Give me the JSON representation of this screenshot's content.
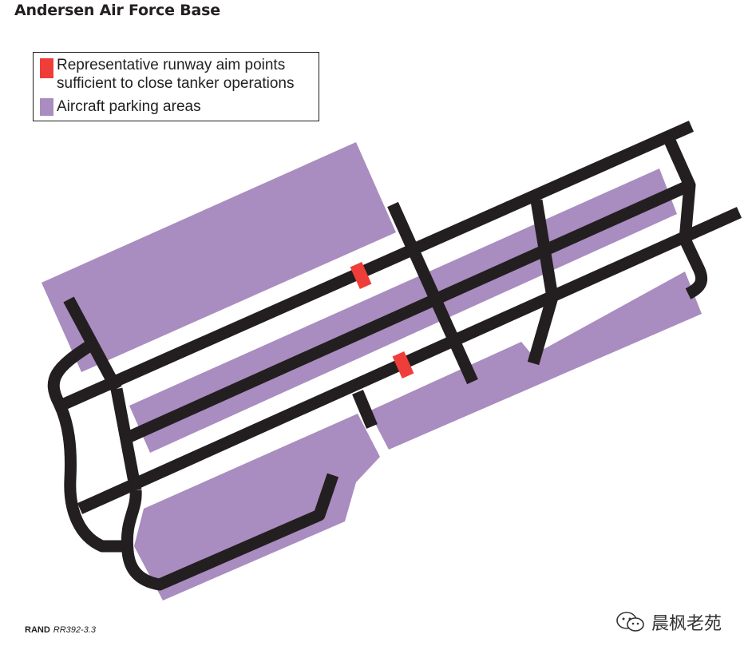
{
  "title": "Andersen Air Force Base",
  "legend": {
    "items": [
      {
        "label_line1": "Representative runway aim points",
        "label_line2": "sufficient to close tanker operations",
        "color": "#ef3e3a"
      },
      {
        "label": "Aircraft parking areas",
        "color": "#a98cc0"
      }
    ]
  },
  "colors": {
    "runway": "#231f20",
    "parking": "#a98cc0",
    "aim_point": "#ef3e3a"
  },
  "footer": {
    "brand": "RAND",
    "code": "RR392-3.3"
  },
  "watermark": {
    "icon": "wechat-icon",
    "text": "晨枫老苑"
  }
}
